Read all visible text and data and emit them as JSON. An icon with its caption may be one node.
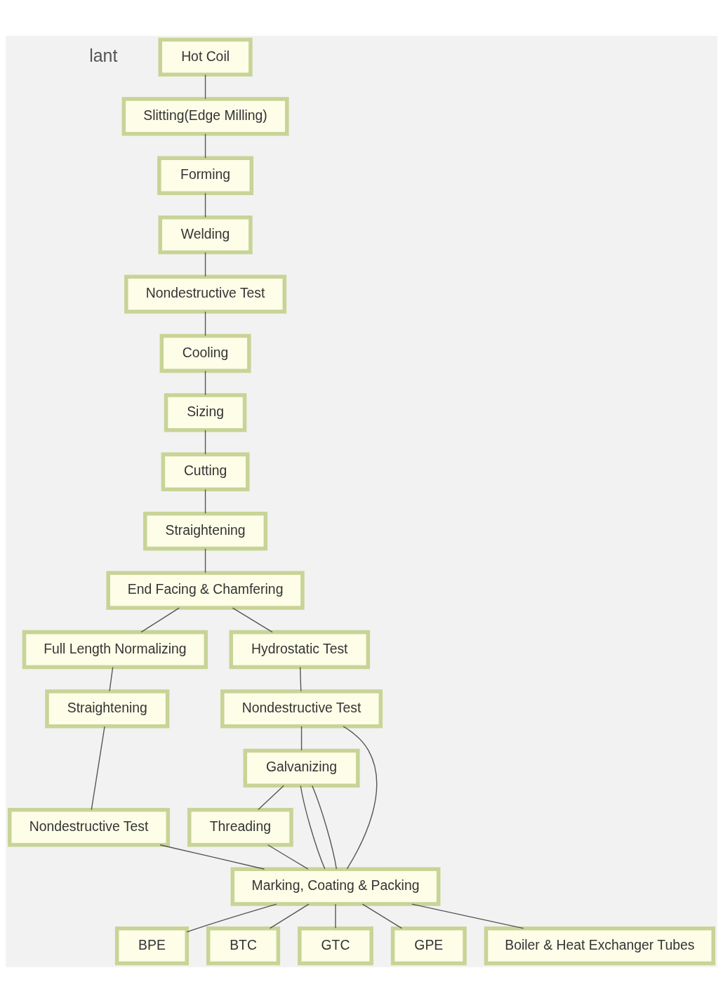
{
  "diagram": {
    "nodes": [
      {
        "text": [
          "Hot Coil"
        ]
      },
      {
        "text": [
          "Slitting(Edge Milling)"
        ]
      },
      {
        "text": [
          "Forming"
        ]
      },
      {
        "text": [
          "Welding"
        ]
      },
      {
        "text": [
          "Nondestructive Test"
        ]
      },
      {
        "text": [
          "Cooling"
        ]
      },
      {
        "text": [
          "Sizing"
        ]
      },
      {
        "text": [
          "Cutting"
        ]
      },
      {
        "text": [
          "Straightening"
        ]
      },
      {
        "text": [
          "End Facing & Chamfering"
        ]
      },
      {
        "text": [
          "Full Length Normalizing"
        ]
      },
      {
        "text": [
          "Hydrostatic Test"
        ]
      },
      {
        "text": [
          "Nondestructive Test"
        ]
      },
      {
        "text": [
          "Straightening"
        ]
      },
      {
        "text": [
          "Galvanizing"
        ]
      },
      {
        "text": [
          "Threading"
        ]
      },
      {
        "text": [
          "Nondestructive Test"
        ]
      },
      {
        "text": [
          "Marking, Coating & Packing"
        ]
      },
      {
        "text": [
          "BPE"
        ]
      },
      {
        "text": [
          "BTC"
        ]
      },
      {
        "text": [
          "GTC"
        ]
      },
      {
        "text": [
          "GPE"
        ]
      },
      {
        "text": [
          "Boiler & Heat Exchanger Tubes"
        ]
      }
    ],
    "edges": [
      {
        "from": 0,
        "to": 1,
        "arrow": "none"
      },
      {
        "from": 1,
        "to": 2,
        "arrow": "none"
      },
      {
        "from": 2,
        "to": 3,
        "arrow": "none"
      },
      {
        "from": 3,
        "to": 4,
        "arrow": "none"
      },
      {
        "from": 4,
        "to": 5,
        "arrow": "none"
      },
      {
        "from": 5,
        "to": 6,
        "arrow": "none"
      },
      {
        "from": 6,
        "to": 7,
        "arrow": "none"
      },
      {
        "from": 7,
        "to": 8,
        "arrow": "none"
      },
      {
        "from": 8,
        "to": 9,
        "arrow": "none"
      },
      {
        "from": 9,
        "to": 10,
        "arrow": "none"
      },
      {
        "from": 9,
        "to": 11,
        "arrow": "none"
      },
      {
        "from": 11,
        "to": 12,
        "arrow": "none"
      },
      {
        "from": 10,
        "to": 13,
        "arrow": "none"
      },
      {
        "from": 12,
        "to": 14,
        "arrow": "none"
      },
      {
        "from": 12,
        "to": 17,
        "arrow": "none"
      },
      {
        "from": 14,
        "to": 15,
        "arrow": "none"
      },
      {
        "from": 14,
        "to": 17,
        "arrow": "none"
      },
      {
        "from": 14,
        "to": 17,
        "arrow": "none"
      },
      {
        "from": 13,
        "to": 16,
        "arrow": "none"
      },
      {
        "from": 15,
        "to": 17,
        "arrow": "none"
      },
      {
        "from": 16,
        "to": 17,
        "arrow": "none"
      },
      {
        "from": 17,
        "to": 18,
        "arrow": "none"
      },
      {
        "from": 17,
        "to": 19,
        "arrow": "none"
      },
      {
        "from": 17,
        "to": 20,
        "arrow": "none"
      },
      {
        "from": 17,
        "to": 21,
        "arrow": "none"
      },
      {
        "from": 17,
        "to": 22,
        "arrow": "none"
      }
    ],
    "labels": [
      "lant"
    ]
  }
}
